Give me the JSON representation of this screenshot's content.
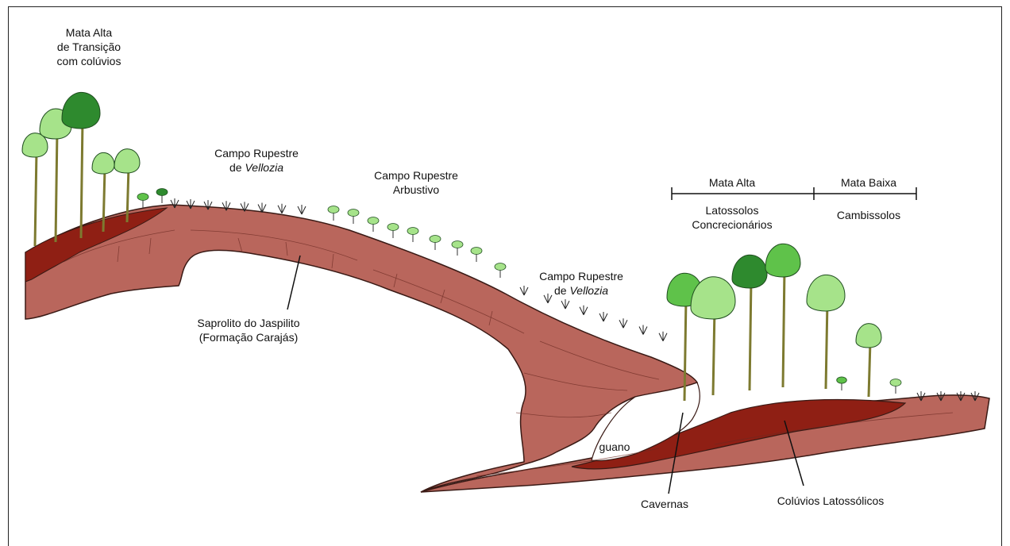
{
  "labels": {
    "mata_alta_transicao": [
      "Mata Alta",
      "de Transição",
      "com colúvios"
    ],
    "campo_vellozia_1": {
      "line1": "Campo Rupestre",
      "line2_prefix": "de ",
      "line2_italic": "Vellozia"
    },
    "campo_arbustivo": [
      "Campo Rupestre",
      "Arbustivo"
    ],
    "campo_vellozia_2": {
      "line1": "Campo Rupestre",
      "line2_prefix": "de ",
      "line2_italic": "Vellozia"
    },
    "mata_alta": "Mata Alta",
    "mata_baixa": "Mata Baixa",
    "latossolos": [
      "Latossolos",
      "Concrecionários"
    ],
    "cambissolos": "Cambissolos",
    "saprolito": [
      "Saprolito do Jaspilito",
      "(Formação Carajás)"
    ],
    "guano": "guano",
    "cavernas": "Cavernas",
    "coluvios": "Colúvios Latossólicos"
  },
  "colors": {
    "rock": "#b9665c",
    "rock_dark": "#7a2f26",
    "soil": "#8f1f14",
    "leaf_light": "#a6e38a",
    "leaf_mid": "#5fc24a",
    "leaf_dark": "#2e8a2e",
    "trunk": "#7d7a30"
  }
}
